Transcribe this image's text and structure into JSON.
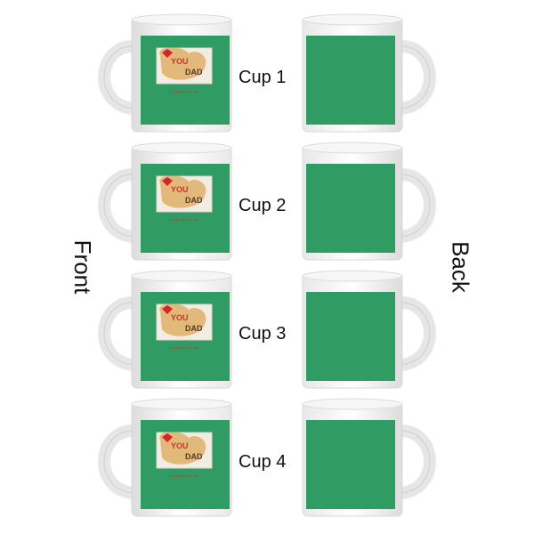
{
  "labels": {
    "front": "Front",
    "back": "Back"
  },
  "cups": [
    {
      "label": "Cup 1",
      "front_print_text": "happy fathers day",
      "back_print": "green"
    },
    {
      "label": "Cup 2",
      "front_print_text": "happy fathers day",
      "back_print": "green"
    },
    {
      "label": "Cup 3",
      "front_print_text": "happy fathers day",
      "back_print": "green"
    },
    {
      "label": "Cup 4",
      "front_print_text": "happy fathers day",
      "back_print": "green"
    }
  ],
  "photo_text": {
    "line1": "YOU",
    "line2": "DAD"
  },
  "colors": {
    "mug_body": "#f2f2f2",
    "print_green": "#2e9c63",
    "heart": "#d8232a"
  }
}
